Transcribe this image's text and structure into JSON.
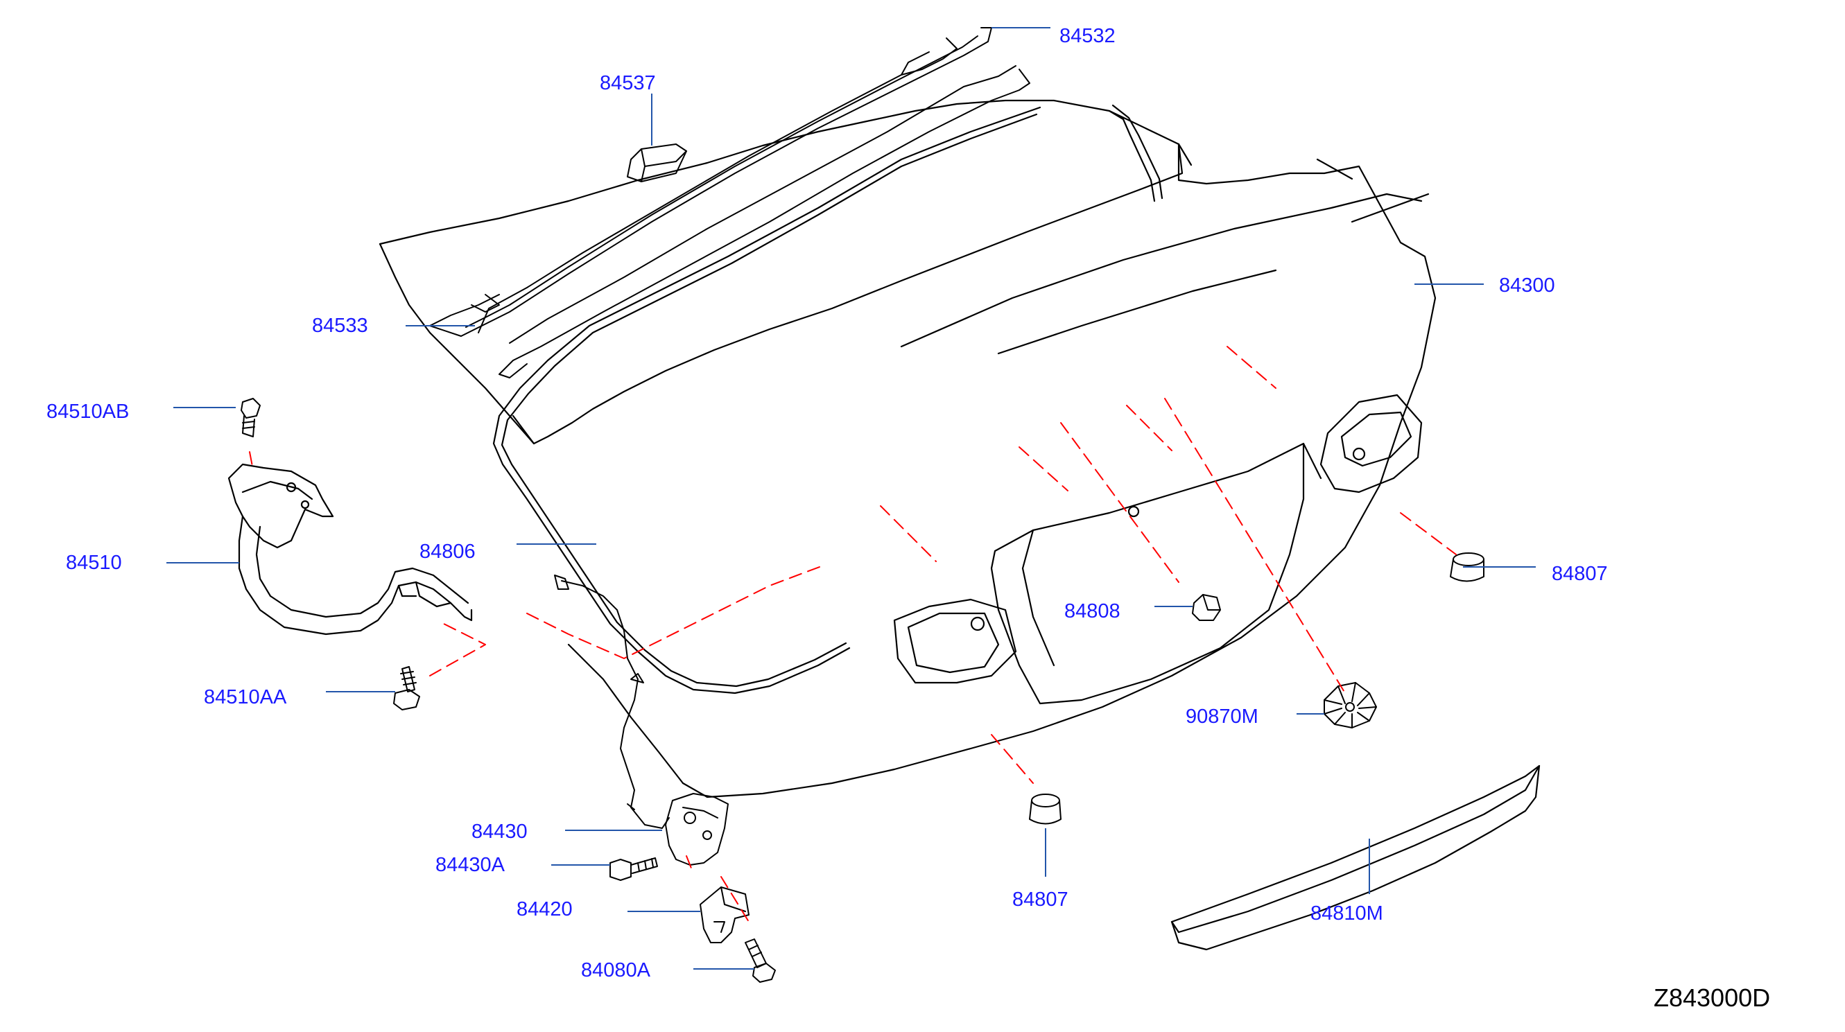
{
  "colors": {
    "label": "#1a1aff",
    "leader": "#2255aa",
    "outline": "#000000",
    "centerline": "#ff0000",
    "code": "#000000"
  },
  "labels": {
    "p84532": "84532",
    "p84537": "84537",
    "p84300": "84300",
    "p84533": "84533",
    "p84510AB": "84510AB",
    "p84510": "84510",
    "p84806": "84806",
    "p84807_right": "84807",
    "p84808": "84808",
    "p84510AA": "84510AA",
    "p90870M": "90870M",
    "p84430": "84430",
    "p84430A": "84430A",
    "p84807_bottom": "84807",
    "p84420": "84420",
    "p84810M": "84810M",
    "p84080A": "84080A"
  },
  "diagram_code": "Z843000D"
}
